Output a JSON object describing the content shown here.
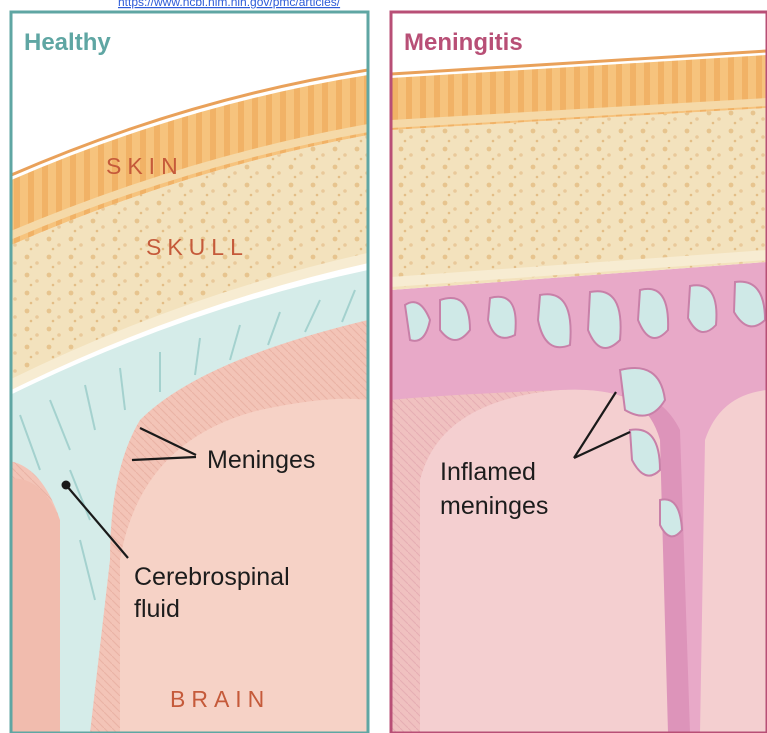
{
  "top_link": "https://www.ncbi.nlm.nih.gov/pmc/articles/",
  "panels": {
    "left": {
      "title": "Healthy"
    },
    "right": {
      "title": "Meningitis"
    }
  },
  "labels": {
    "skin": "SKIN",
    "skull": "SKULL",
    "brain": "BRAIN",
    "meninges": "Meninges",
    "csf_line1": "Cerebrospinal",
    "csf_line2": "fluid",
    "inflamed_line1": "Inflamed",
    "inflamed_line2": "meninges"
  },
  "colors": {
    "healthy_accent": "#5fa6a3",
    "meningitis_accent": "#b84f76",
    "skin": "#f5c27e",
    "skull": "#f4e6c4",
    "csf": "#cfe9e7",
    "brain": "#f3c3b6",
    "inflamed": "#e6a9c6",
    "layer_text": "#c55a3a"
  }
}
